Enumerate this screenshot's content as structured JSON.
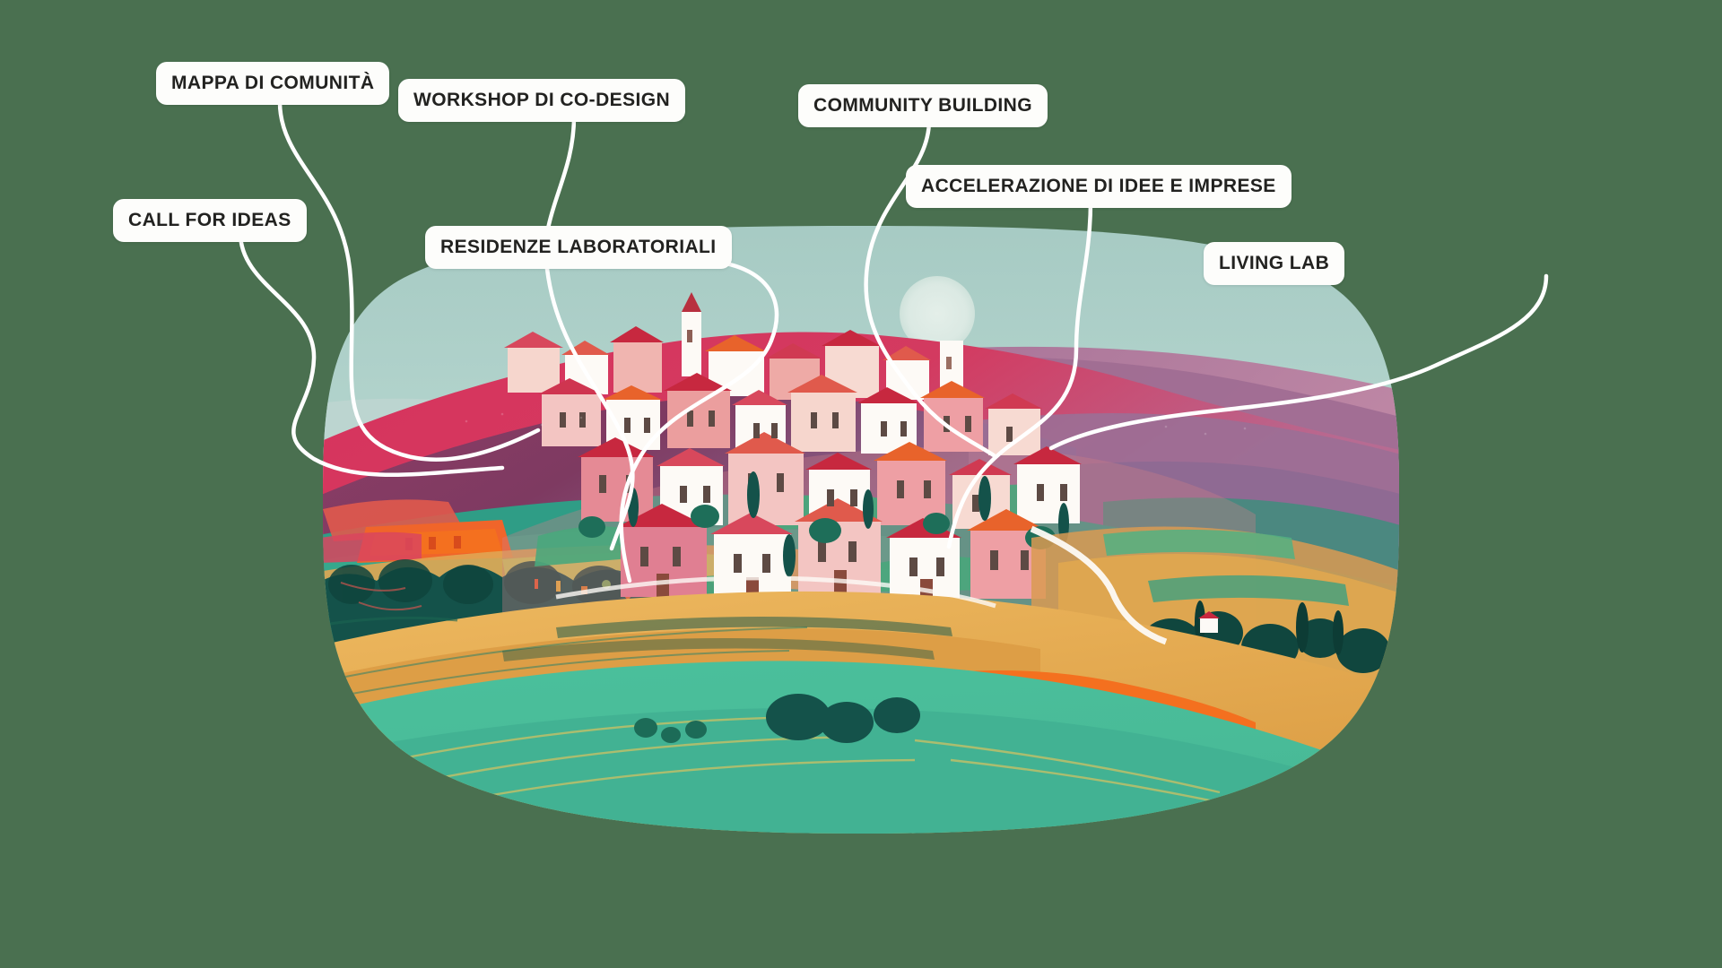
{
  "background_color": "#4a7050",
  "illustration": {
    "title": "hilltop-village-landscape",
    "alt": "Illustrazione di un borgo collinare italiano con colline verdi, campi dorati e cielo chiaro",
    "palette": {
      "sky_top": "#a8cdc6",
      "sky_bottom": "#bcd9d3",
      "sun": "#d9e7e1",
      "far_hill_purple": "#8d7399",
      "hill_mauve": "#b87f9c",
      "hill_crimson": "#d93a62",
      "hill_plum": "#7c3a63",
      "field_green": "#46b897",
      "field_teal": "#2e9c86",
      "field_dark_green": "#145d52",
      "field_gold": "#e3a94e",
      "field_orange": "#f4701f",
      "tree_dark": "#13493f",
      "house_white": "#fdfaf6",
      "house_pink": "#e58a95",
      "roof_red": "#c7283f",
      "roof_orange": "#e8632b"
    }
  },
  "labels": [
    {
      "id": "mappa-di-comunita",
      "text": "MAPPA DI COMUNITÀ"
    },
    {
      "id": "call-for-ideas",
      "text": "CALL FOR IDEAS"
    },
    {
      "id": "workshop-di-co-design",
      "text": "WORKSHOP DI CO-DESIGN"
    },
    {
      "id": "residenze-laboratoriali",
      "text": "RESIDENZE LABORATORIALI"
    },
    {
      "id": "community-building",
      "text": "COMMUNITY BUILDING"
    },
    {
      "id": "accelerazione-di-idee-e-imprese",
      "text": "ACCELERAZIONE DI IDEE E IMPRESE"
    },
    {
      "id": "living-lab",
      "text": "LIVING LAB"
    }
  ],
  "connector_color": "#ffffff"
}
